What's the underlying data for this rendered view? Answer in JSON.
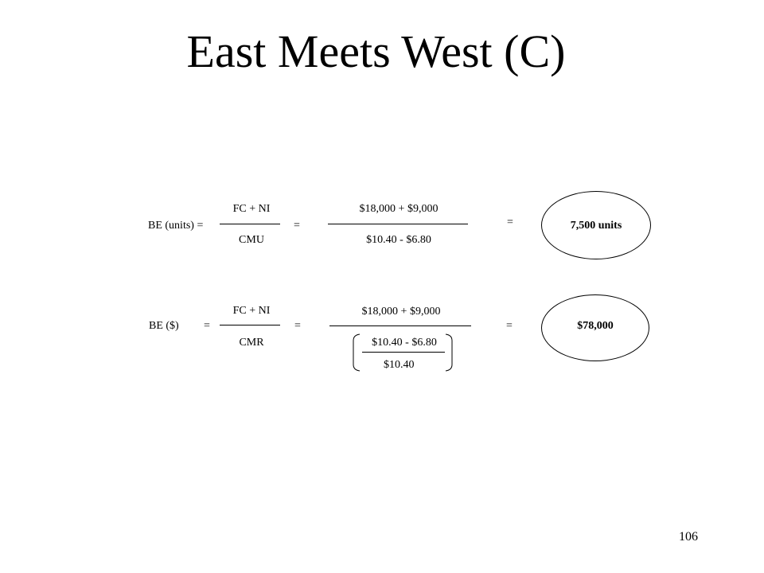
{
  "slide": {
    "title": "East Meets West (C)",
    "page_number": "106"
  },
  "be_units": {
    "label": "BE (units) =",
    "numerator": "FC + NI",
    "denominator": "CMU",
    "equals_1": "=",
    "value_numerator": "$18,000 + $9,000",
    "value_denominator": "$10.40 - $6.80",
    "equals_2": "=",
    "result": "7,500 units"
  },
  "be_dollars": {
    "label": "BE ($)",
    "equals_0": "=",
    "numerator": "FC + NI",
    "denominator": "CMR",
    "equals_1": "=",
    "value_numerator": "$18,000 + $9,000",
    "inner_numerator": "$10.40 - $6.80",
    "inner_denominator": "$10.40",
    "equals_2": "=",
    "result": "$78,000"
  }
}
